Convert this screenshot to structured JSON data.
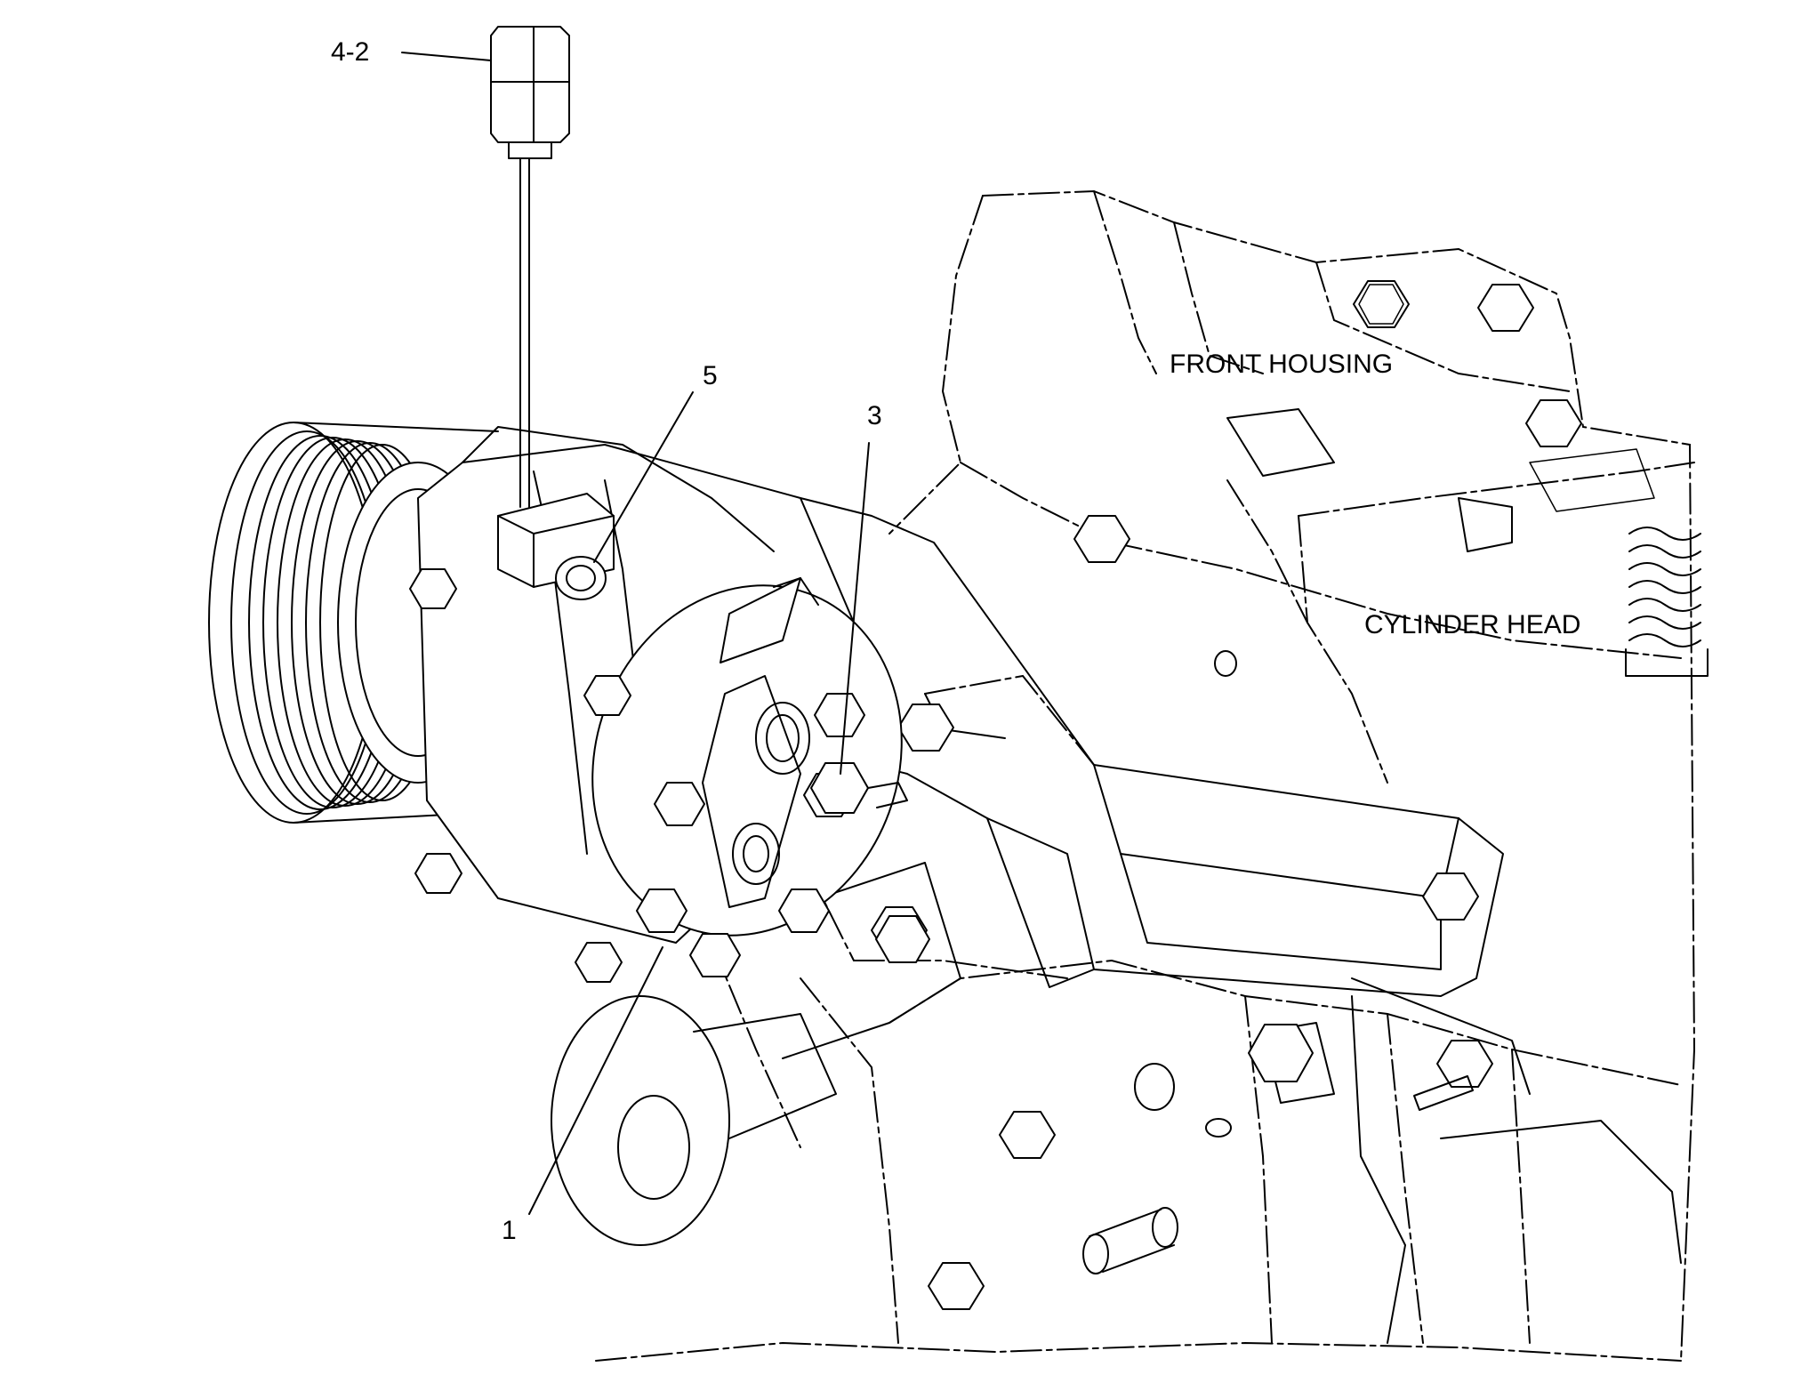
{
  "labels": {
    "callout_4_2": "4-2",
    "callout_5": "5",
    "callout_3": "3",
    "callout_1": "1",
    "front_housing": "FRONT HOUSING",
    "cylinder_head": "CYLINDER HEAD"
  },
  "colors": {
    "line": "#000000",
    "background": "#ffffff"
  }
}
